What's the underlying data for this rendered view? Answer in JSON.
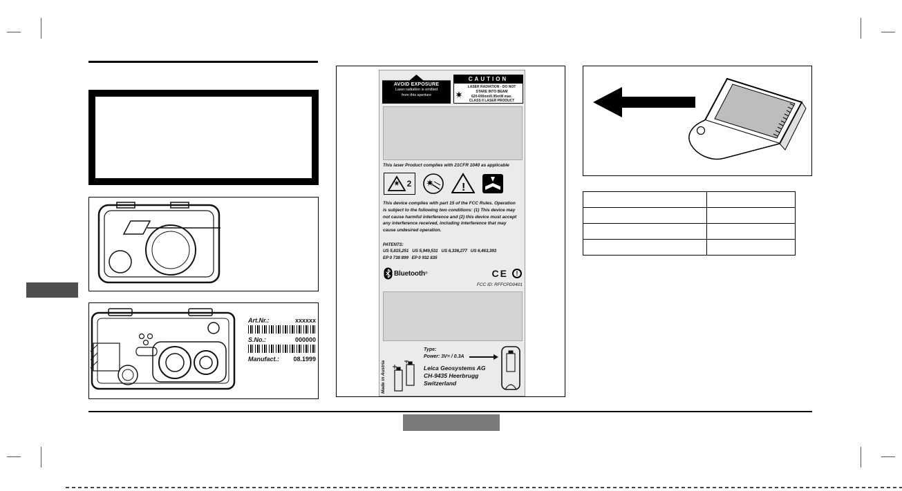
{
  "label": {
    "avoid": {
      "title": "AVOID EXPOSURE",
      "line1": "Laser radiation is emitted",
      "line2": "from this aperture"
    },
    "caution": {
      "title": "CAUTION",
      "line1": "LASER RADIATION - DO NOT",
      "line2": "STARE INTO BEAM",
      "line3": "620-690nm/0.95mW max.",
      "line4": "CLASS II LASER PRODUCT"
    },
    "cfr": "This laser Product complies with 21CFR 1040 as applicable",
    "laser_class": "2",
    "exclamation": "!",
    "fcc_statement": "This device complies with part 15 of the FCC Rules. Operation is subject to the following two conditions: (1) This device may not cause harmful interference and (2) this device must accept any interference received, including interference that may cause undesired operation.",
    "patents_title": "PATENTS:",
    "patents_line1": "US 5,815,251   US 5,949,531   US 6,336,277   US 6,463,393",
    "patents_line2": "EP 0 738 899   EP 0 932 835",
    "bluetooth": "Bluetooth",
    "bluetooth_reg": "®",
    "ce_mark": "CE",
    "alert_mark": "!",
    "fcc_id": "FCC ID: RFFCPD0401",
    "made_in": "Made in Austria",
    "type_label": "Type:",
    "power_label": "Power: 3V= / 0.3A",
    "address1": "Leica Geosystems AG",
    "address2": "CH-9435 Heerbrugg",
    "address3": "Switzerland"
  },
  "figures": {
    "back_label": {
      "art_label": "Art.Nr.:",
      "art_value": "xxxxxx",
      "serial_label": "S.No.:",
      "serial_value": "000000",
      "manufact_label": "Manufact.:",
      "manufact_value": "08.1999"
    }
  },
  "colors": {
    "label_bg": "#ebebeb",
    "placeholder_gray": "#d4d4d4",
    "footer_block": "#7a7a7a",
    "side_tab": "#4f4f4f"
  }
}
